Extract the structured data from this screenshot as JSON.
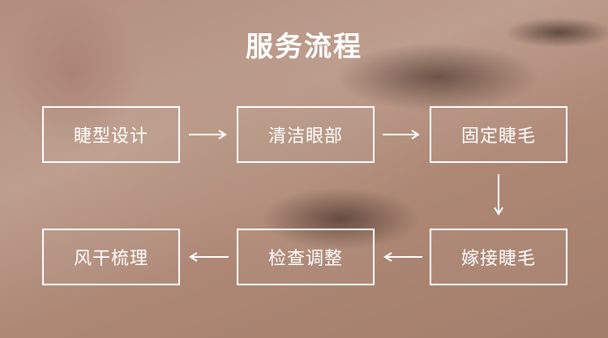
{
  "title": "服务流程",
  "steps": [
    {
      "label": "睫型设计"
    },
    {
      "label": "清洁眼部"
    },
    {
      "label": "固定睫毛"
    },
    {
      "label": "嫁接睫毛"
    },
    {
      "label": "检查调整"
    },
    {
      "label": "风干梳理"
    }
  ],
  "colors": {
    "box_border": "#ffffff",
    "text": "#ffffff",
    "arrow": "#ffffff"
  }
}
